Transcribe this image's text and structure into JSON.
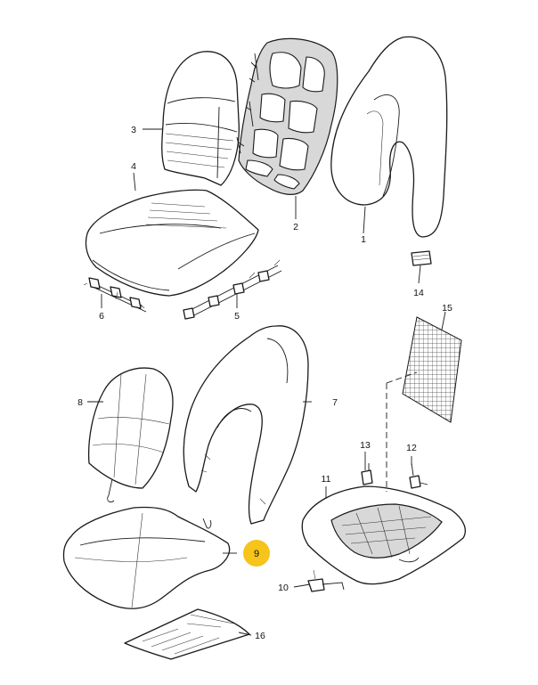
{
  "diagram": {
    "highlight_color": "#f6c41a",
    "callouts": [
      {
        "id": "c1",
        "label": "1"
      },
      {
        "id": "c2",
        "label": "2"
      },
      {
        "id": "c3",
        "label": "3"
      },
      {
        "id": "c4",
        "label": "4"
      },
      {
        "id": "c5",
        "label": "5"
      },
      {
        "id": "c6",
        "label": "6"
      },
      {
        "id": "c7",
        "label": "7"
      },
      {
        "id": "c8",
        "label": "8"
      },
      {
        "id": "c9",
        "label": "9"
      },
      {
        "id": "c10",
        "label": "10"
      },
      {
        "id": "c11",
        "label": "11"
      },
      {
        "id": "c12",
        "label": "12"
      },
      {
        "id": "c13",
        "label": "13"
      },
      {
        "id": "c14",
        "label": "14"
      },
      {
        "id": "c15",
        "label": "15"
      },
      {
        "id": "c16",
        "label": "16"
      }
    ]
  }
}
